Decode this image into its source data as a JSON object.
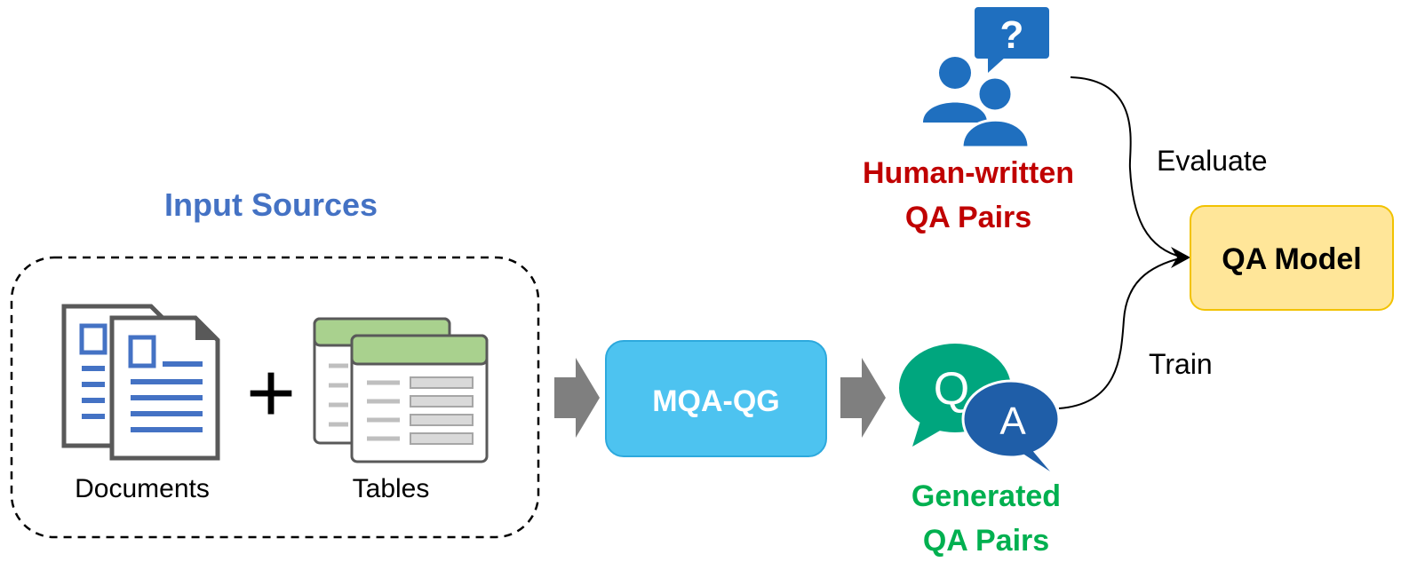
{
  "input_sources": {
    "title": "Input Sources",
    "documents_label": "Documents",
    "tables_label": "Tables",
    "plus": "+"
  },
  "generator": {
    "label": "MQA-QG"
  },
  "generated": {
    "line1": "Generated",
    "line2": "QA Pairs",
    "q_letter": "Q",
    "a_letter": "A"
  },
  "human": {
    "line1": "Human-written",
    "line2": "QA Pairs",
    "question_mark": "?"
  },
  "model": {
    "label": "QA Model"
  },
  "edges": {
    "evaluate": "Evaluate",
    "train": "Train"
  },
  "colors": {
    "input_title": "#4472C4",
    "human_text": "#C00000",
    "generated_text": "#00B050",
    "mqa_box_fill": "#4DC3F0",
    "mqa_box_stroke": "#2DA9DD",
    "model_box_fill": "#FFE699",
    "model_box_stroke": "#F2C200",
    "arrow_gray": "#7F7F7F",
    "doc_blue": "#4472C4",
    "doc_outline": "#595959",
    "table_header": "#A9D18E",
    "table_row": "#BFBFBF",
    "q_bubble": "#00A67E",
    "a_bubble": "#1F5EA8",
    "people_blue": "#1F6FBF"
  }
}
